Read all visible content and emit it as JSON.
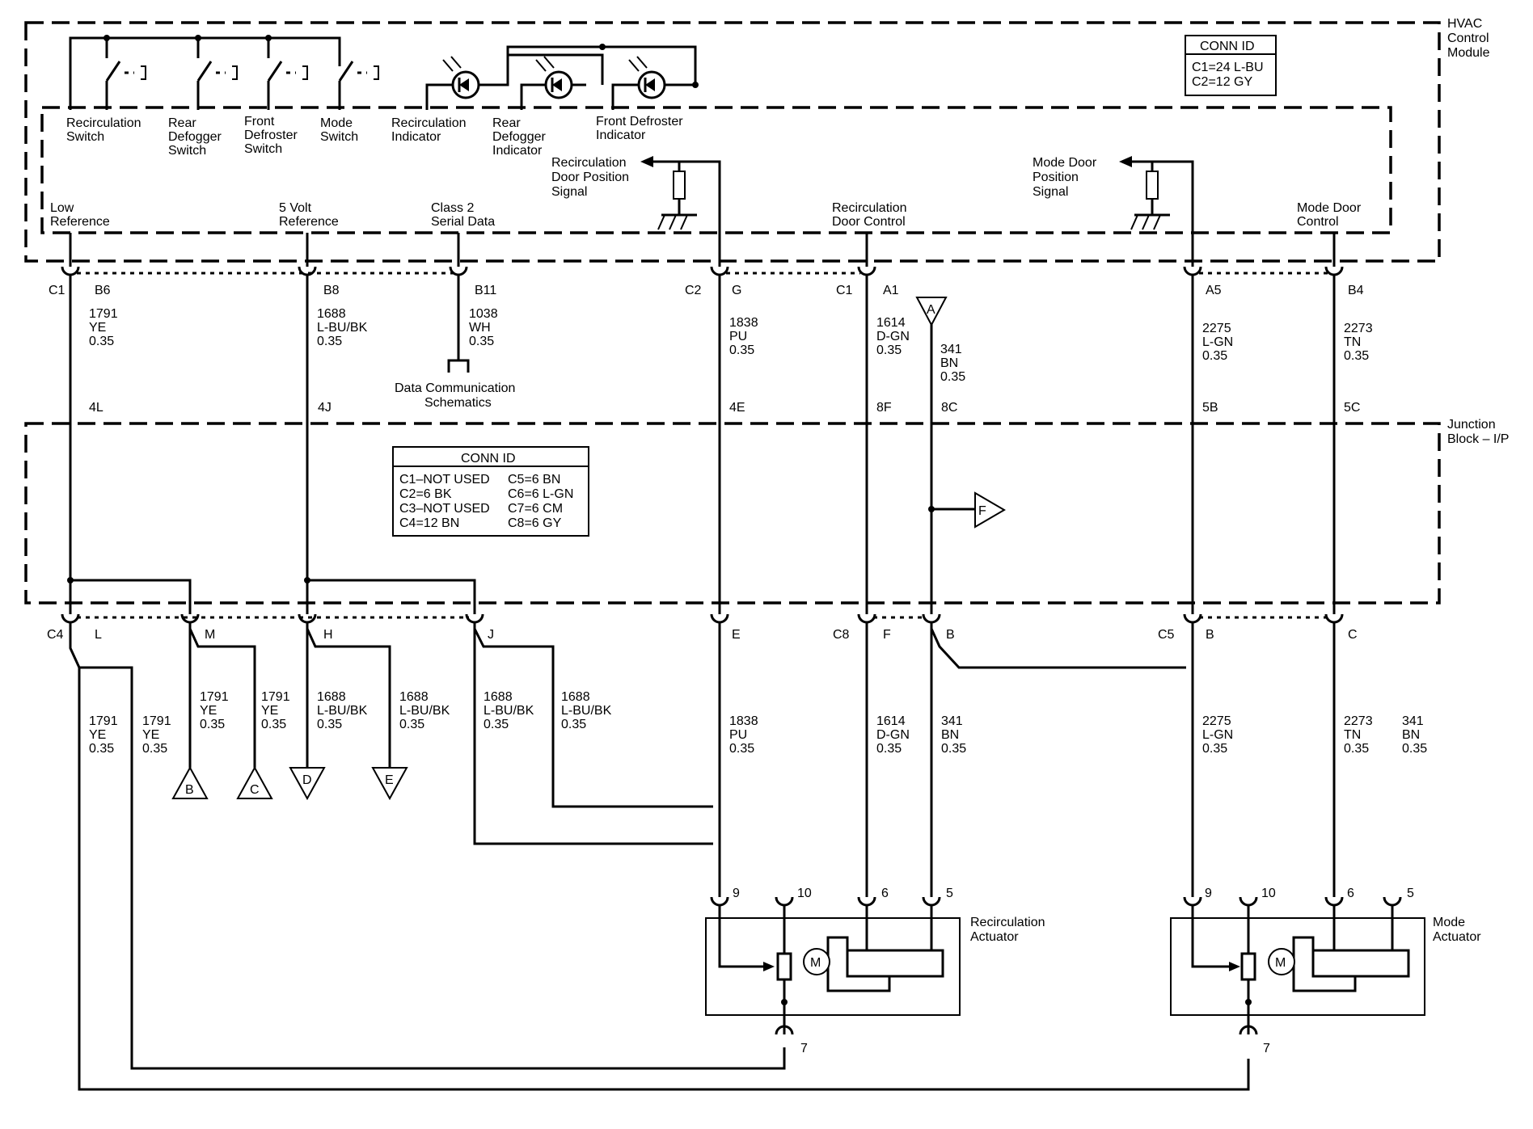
{
  "module": {
    "title": [
      "HVAC",
      "Control",
      "Module"
    ]
  },
  "module_conn_id": {
    "title": "CONN ID",
    "lines": [
      "C1=24 L-BU",
      "C2=12 GY"
    ]
  },
  "switches": [
    [
      "Recirculation",
      "Switch"
    ],
    [
      "Rear",
      "Defogger",
      "Switch"
    ],
    [
      "Front",
      "Defroster",
      "Switch"
    ],
    [
      "Mode",
      "Switch"
    ]
  ],
  "indicators": [
    [
      "Recirculation",
      "Indicator"
    ],
    [
      "Rear",
      "Defogger",
      "Indicator"
    ],
    [
      "Front Defroster",
      "Indicator"
    ]
  ],
  "signals": {
    "recirc_pos": [
      "Recirculation",
      "Door Position",
      "Signal"
    ],
    "mode_pos": [
      "Mode Door",
      "Position",
      "Signal"
    ],
    "low_ref": [
      "Low",
      "Reference"
    ],
    "five_volt": [
      "5 Volt",
      "Reference"
    ],
    "class2": [
      "Class 2",
      "Serial Data"
    ],
    "recirc_ctrl": [
      "Recirculation",
      "Door Control"
    ],
    "mode_ctrl": [
      "Mode Door",
      "Control"
    ]
  },
  "top_pins": {
    "c1": "C1",
    "b6": "B6",
    "b8": "B8",
    "b11": "B11",
    "c2": "C2",
    "g": "G",
    "c1b": "C1",
    "a1": "A1",
    "a5": "A5",
    "b4": "B4"
  },
  "top_wires": {
    "w1791": [
      "1791",
      "YE",
      "0.35"
    ],
    "w1688": [
      "1688",
      "L-BU/BK",
      "0.35"
    ],
    "w1038": [
      "1038",
      "WH",
      "0.35"
    ],
    "w1838": [
      "1838",
      "PU",
      "0.35"
    ],
    "w1614": [
      "1614",
      "D-GN",
      "0.35"
    ],
    "w341": [
      "341",
      "BN",
      "0.35"
    ],
    "w2275": [
      "2275",
      "L-GN",
      "0.35"
    ],
    "w2273": [
      "2273",
      "TN",
      "0.35"
    ]
  },
  "data_comm": [
    "Data Communication",
    "Schematics"
  ],
  "cavities": {
    "c4l": "4L",
    "c4j": "4J",
    "c4e": "4E",
    "c8f": "8F",
    "c8c": "8C",
    "c5b": "5B",
    "c5c": "5C"
  },
  "junction": {
    "title": [
      "Junction",
      "Block – I/P"
    ]
  },
  "jb_conn_id": {
    "title": "CONN ID",
    "left": [
      "C1–NOT USED",
      "C2=6 BK",
      "C3–NOT USED",
      "C4=12 BN"
    ],
    "right": [
      "C5=6 BN",
      "C6=6 L-GN",
      "C7=6 CM",
      "C8=6 GY"
    ]
  },
  "bottom_pins": {
    "c4": "C4",
    "l": "L",
    "m": "M",
    "h": "H",
    "j": "J",
    "e": "E",
    "c8": "C8",
    "f": "F",
    "b": "B",
    "c5": "C5",
    "b2": "B",
    "c": "C"
  },
  "bottom_wires": {
    "w1791a": [
      "1791",
      "YE",
      "0.35"
    ],
    "w1791b": [
      "1791",
      "YE",
      "0.35"
    ],
    "w1791c": [
      "1791",
      "YE",
      "0.35"
    ],
    "w1791d": [
      "1791",
      "YE",
      "0.35"
    ],
    "w1688a": [
      "1688",
      "L-BU/BK",
      "0.35"
    ],
    "w1688b": [
      "1688",
      "L-BU/BK",
      "0.35"
    ],
    "w1688c": [
      "1688",
      "L-BU/BK",
      "0.35"
    ],
    "w1688d": [
      "1688",
      "L-BU/BK",
      "0.35"
    ],
    "w1838": [
      "1838",
      "PU",
      "0.35"
    ],
    "w1614": [
      "1614",
      "D-GN",
      "0.35"
    ],
    "w341a": [
      "341",
      "BN",
      "0.35"
    ],
    "w2275": [
      "2275",
      "L-GN",
      "0.35"
    ],
    "w2273": [
      "2273",
      "TN",
      "0.35"
    ],
    "w341b": [
      "341",
      "BN",
      "0.35"
    ]
  },
  "offpage": {
    "a": "A",
    "b": "B",
    "c": "C",
    "d": "D",
    "e": "E",
    "f": "F"
  },
  "actuator_pins": {
    "r9": "9",
    "r10": "10",
    "r6": "6",
    "r5": "5",
    "r7": "7",
    "m9": "9",
    "m10": "10",
    "m6": "6",
    "m5": "5",
    "m7": "7"
  },
  "actuators": {
    "recirc": [
      "Recirculation",
      "Actuator"
    ],
    "mode": [
      "Mode",
      "Actuator"
    ],
    "motor": "M"
  }
}
